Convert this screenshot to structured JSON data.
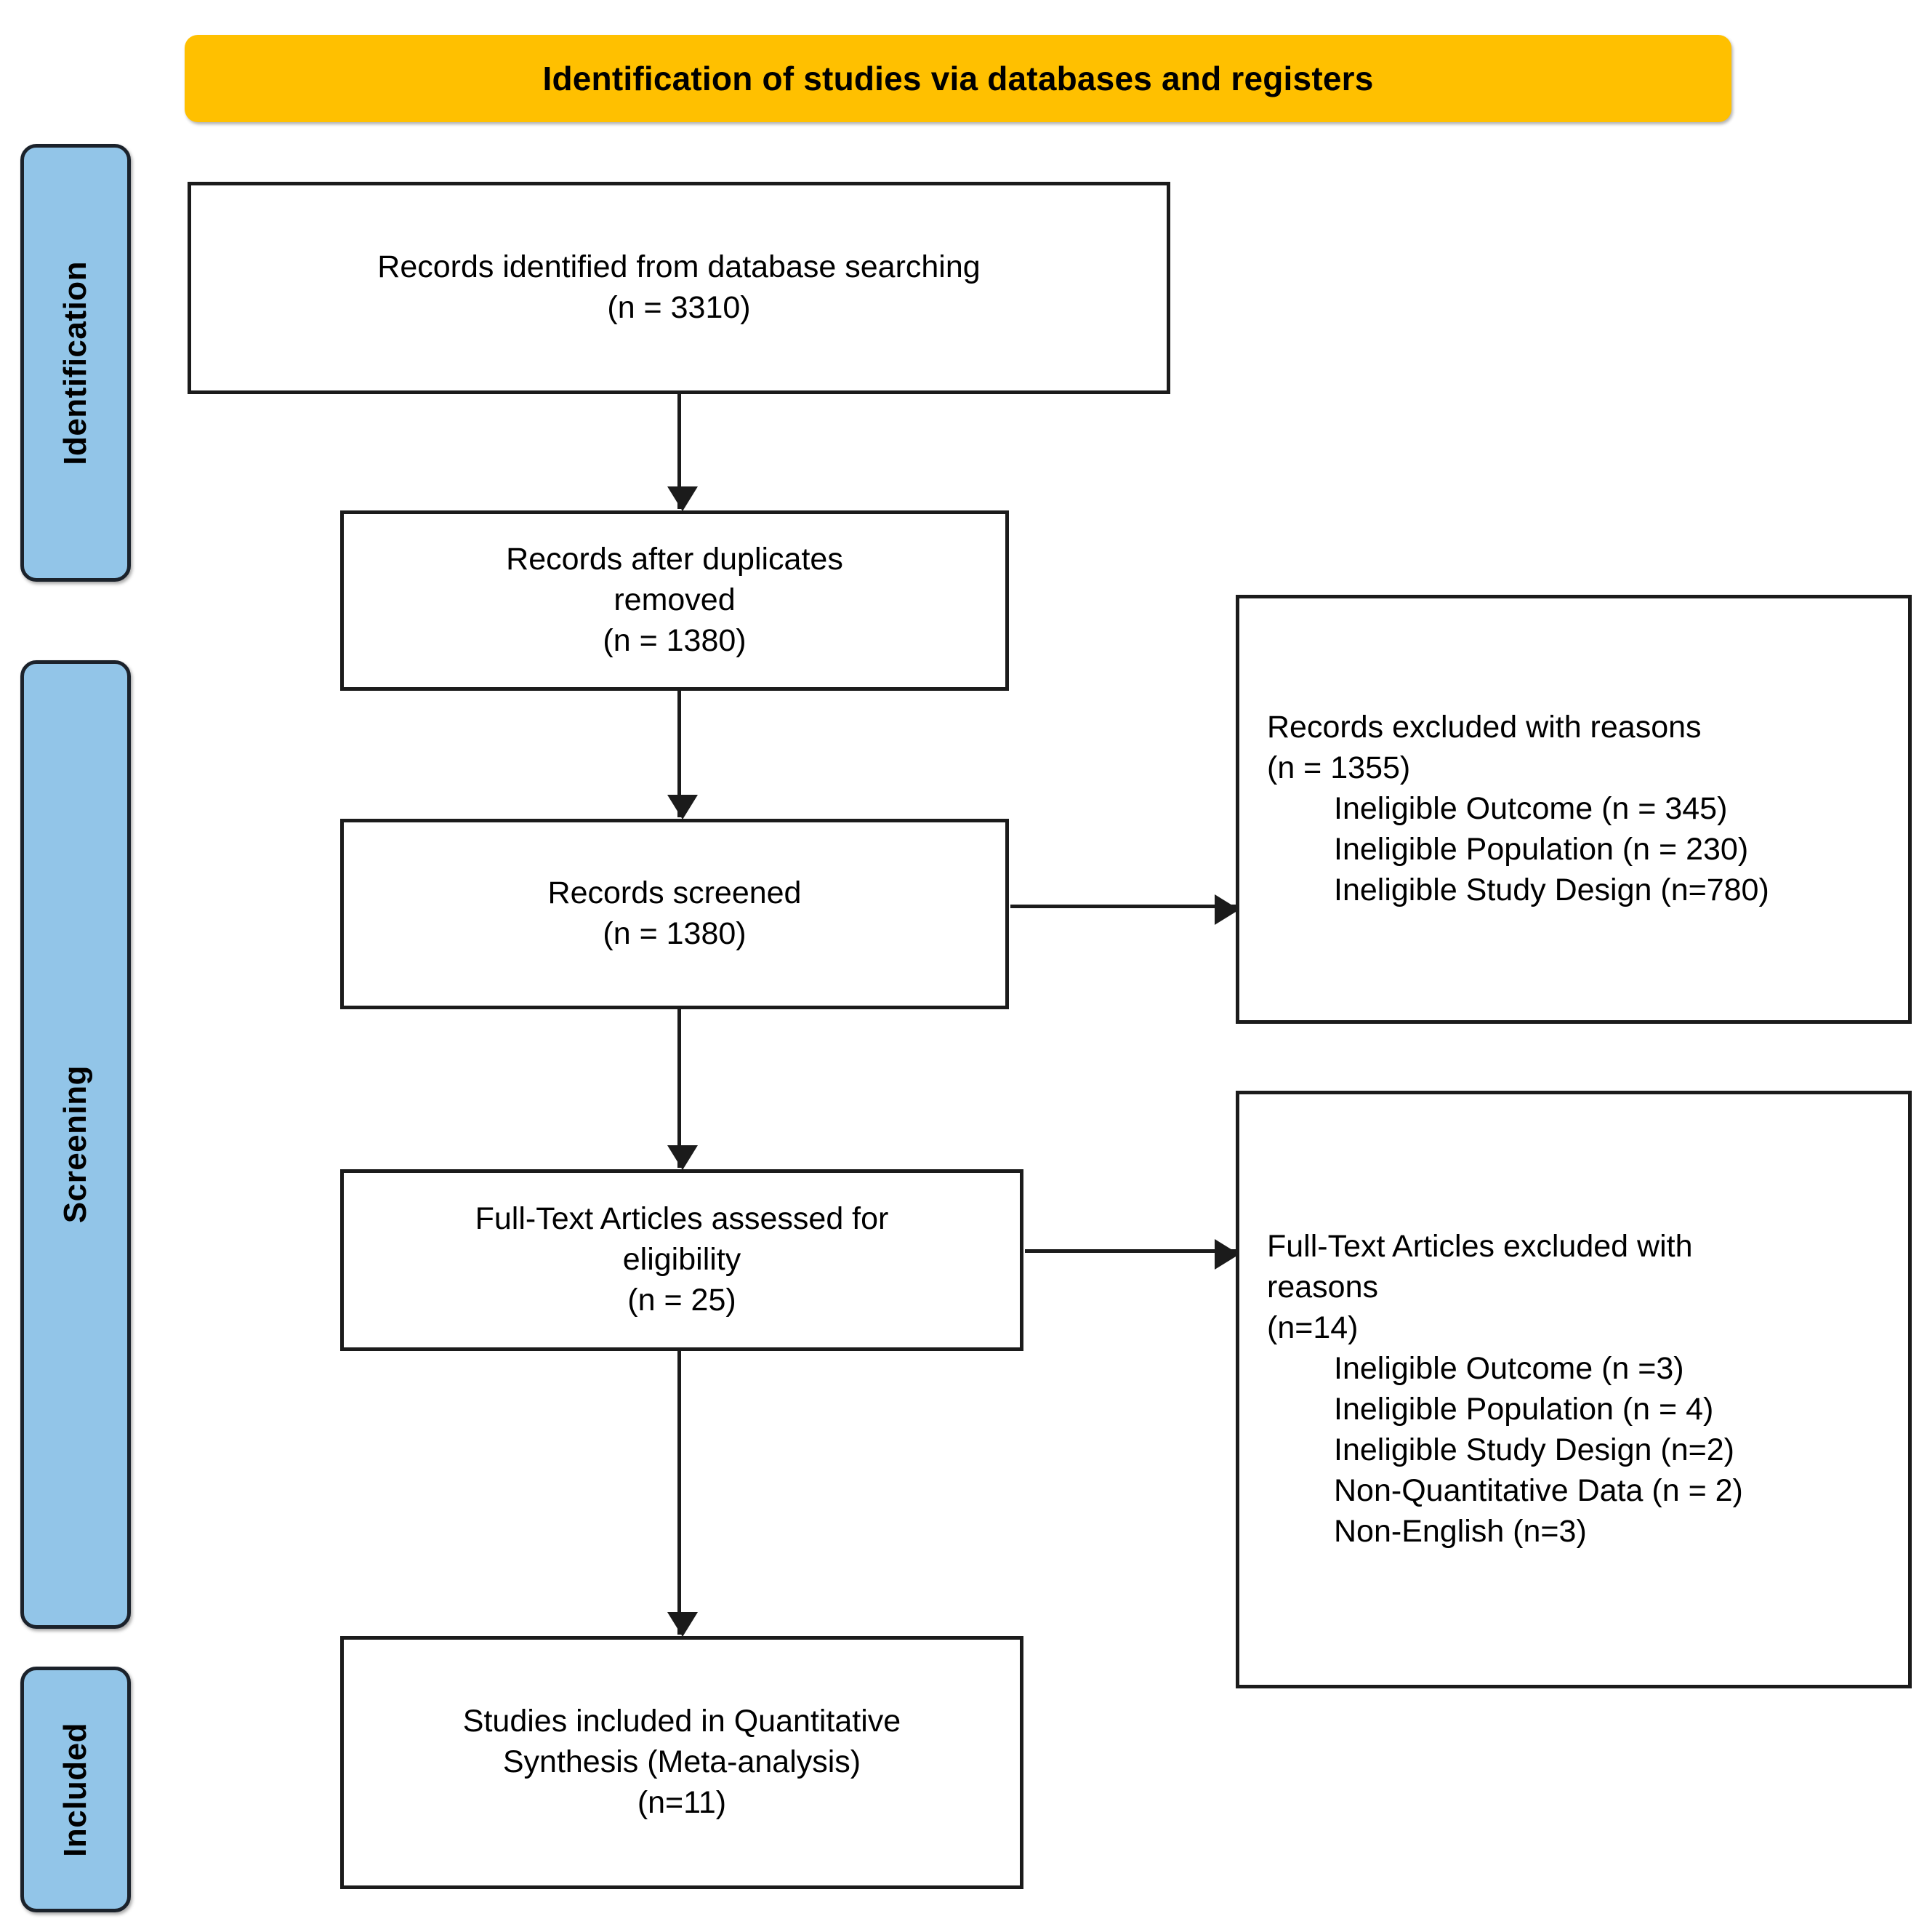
{
  "header": {
    "title": "Identification of studies via databases and registers",
    "background_color": "#FFC000"
  },
  "stages": {
    "accent_color": "#92C5E8",
    "items": [
      {
        "id": "identification",
        "label": "Identification"
      },
      {
        "id": "screening",
        "label": "Screening"
      },
      {
        "id": "included",
        "label": "Included"
      }
    ]
  },
  "flow": {
    "identified": {
      "label": "Records identified from database searching",
      "count_label": "(n = 3310)",
      "n": 3310
    },
    "duplicates_removed": {
      "label": "Records after duplicates\nremoved",
      "count_label": "(n = 1380)",
      "n": 1380
    },
    "screened": {
      "label": "Records screened",
      "count_label": "(n = 1380)",
      "n": 1380
    },
    "fulltext_assessed": {
      "label": "Full-Text Articles assessed for\neligibility",
      "count_label": "(n = 25)",
      "n": 25
    },
    "included": {
      "label": "Studies included in Quantitative\nSynthesis (Meta-analysis)",
      "count_label": "(n=11)",
      "n": 11
    }
  },
  "excluded_records": {
    "heading": "Records excluded with reasons",
    "count_label": "(n = 1355)",
    "n": 1355,
    "reasons": [
      {
        "label": "Ineligible Outcome (n = 345)",
        "n": 345
      },
      {
        "label": "Ineligible Population (n = 230)",
        "n": 230
      },
      {
        "label": "Ineligible Study Design (n=780)",
        "n": 780
      }
    ]
  },
  "excluded_fulltext": {
    "heading": "Full-Text Articles excluded with\nreasons",
    "count_label": "(n=14)",
    "n": 14,
    "reasons": [
      {
        "label": "Ineligible Outcome (n =3)",
        "n": 3
      },
      {
        "label": "Ineligible Population (n = 4)",
        "n": 4
      },
      {
        "label": "Ineligible Study Design (n=2)",
        "n": 2
      },
      {
        "label": "Non-Quantitative Data (n = 2)",
        "n": 2
      },
      {
        "label": "Non-English (n=3)",
        "n": 3
      }
    ]
  },
  "connectors": {
    "identified_to_duplicates": "down-arrow",
    "duplicates_to_screened": "down-arrow",
    "screened_to_fulltext": "down-arrow",
    "fulltext_to_included": "down-arrow",
    "screened_to_excluded": "right-arrow",
    "fulltext_to_excluded": "right-arrow"
  }
}
